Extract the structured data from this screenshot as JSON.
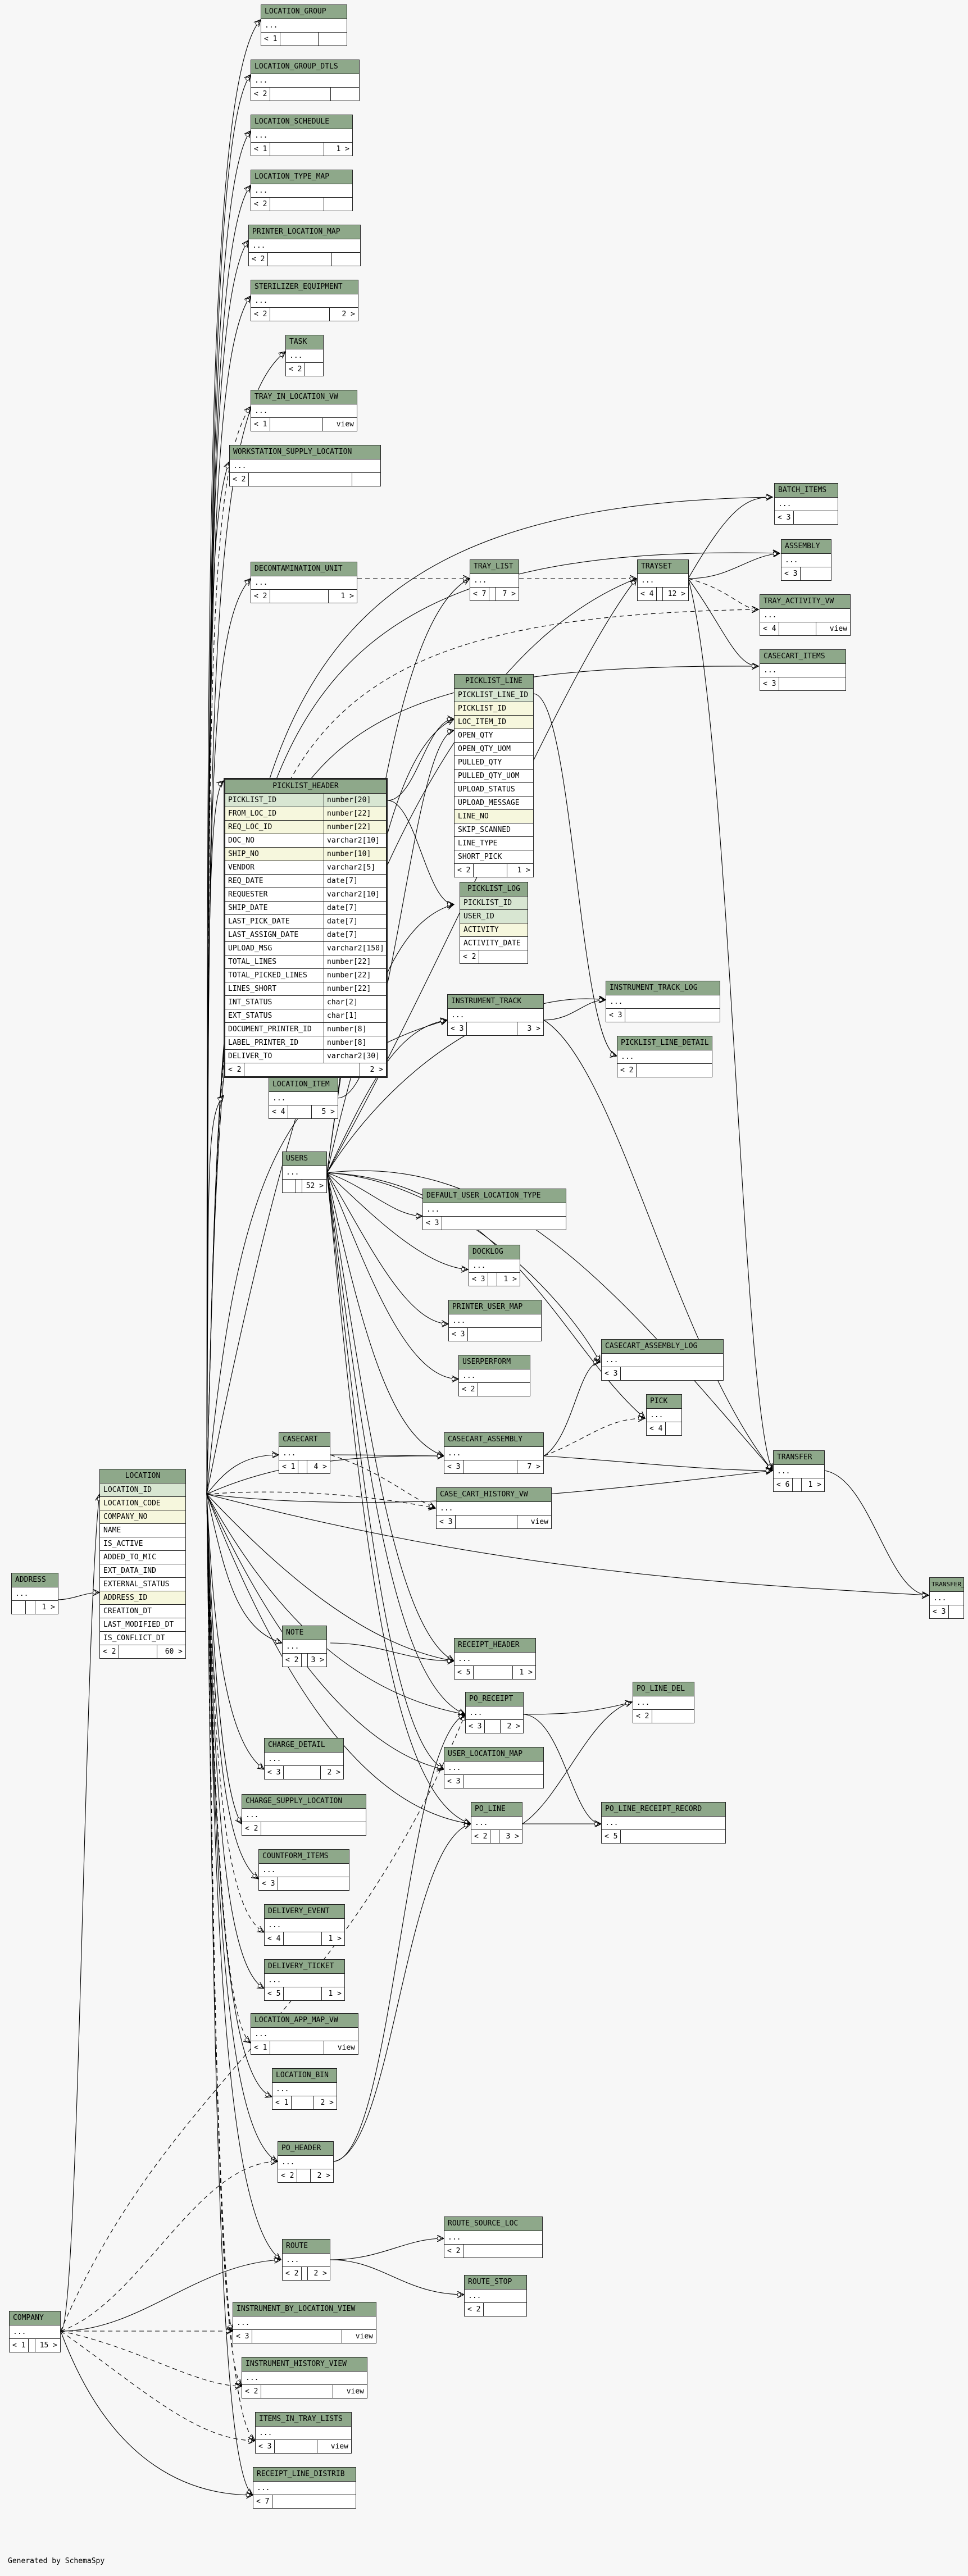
{
  "footer_text": "Generated by SchemaSpy",
  "ellipsis": "...",
  "tables": {
    "location_group": {
      "name": "LOCATION_GROUP",
      "children": "< 1",
      "parents": ""
    },
    "location_group_dtls": {
      "name": "LOCATION_GROUP_DTLS",
      "children": "< 2",
      "parents": ""
    },
    "location_schedule": {
      "name": "LOCATION_SCHEDULE",
      "children": "< 1",
      "parents": "1 >"
    },
    "location_type_map": {
      "name": "LOCATION_TYPE_MAP",
      "children": "< 2",
      "parents": ""
    },
    "printer_location_map": {
      "name": "PRINTER_LOCATION_MAP",
      "children": "< 2",
      "parents": ""
    },
    "sterilizer_equipment": {
      "name": "STERILIZER_EQUIPMENT",
      "children": "< 2",
      "parents": "2 >"
    },
    "task": {
      "name": "TASK",
      "children": "< 2",
      "parents": ""
    },
    "tray_in_location_vw": {
      "name": "TRAY_IN_LOCATION_VW",
      "children": "< 1",
      "parents": "view"
    },
    "workstation_supply_location": {
      "name": "WORKSTATION_SUPPLY_LOCATION",
      "children": "< 2",
      "parents": ""
    },
    "batch_items": {
      "name": "BATCH_ITEMS",
      "children": "< 3",
      "parents": ""
    },
    "assembly": {
      "name": "ASSEMBLY",
      "children": "< 3",
      "parents": ""
    },
    "tray_activity_vw": {
      "name": "TRAY_ACTIVITY_VW",
      "children": "< 4",
      "parents": "view"
    },
    "casecart_items": {
      "name": "CASECART_ITEMS",
      "children": "< 3",
      "parents": ""
    },
    "decontamination_unit": {
      "name": "DECONTAMINATION_UNIT",
      "children": "< 2",
      "parents": "1 >"
    },
    "tray_list": {
      "name": "TRAY_LIST",
      "children": "< 7",
      "parents": "7 >"
    },
    "trayset": {
      "name": "TRAYSET",
      "children": "< 4",
      "parents": "12 >"
    },
    "instrument_track_log": {
      "name": "INSTRUMENT_TRACK_LOG",
      "children": "< 3",
      "parents": ""
    },
    "instrument_track": {
      "name": "INSTRUMENT_TRACK",
      "children": "< 3",
      "parents": "3 >"
    },
    "picklist_line_detail": {
      "name": "PICKLIST_LINE_DETAIL",
      "children": "< 2",
      "parents": ""
    },
    "location_item": {
      "name": "LOCATION_ITEM",
      "children": "< 4",
      "parents": "5 >"
    },
    "users": {
      "name": "USERS",
      "children": "",
      "parents": "52 >"
    },
    "default_user_location_type": {
      "name": "DEFAULT_USER_LOCATION_TYPE",
      "children": "< 3",
      "parents": ""
    },
    "docklog": {
      "name": "DOCKLOG",
      "children": "< 3",
      "parents": "1 >"
    },
    "printer_user_map": {
      "name": "PRINTER_USER_MAP",
      "children": "< 3",
      "parents": ""
    },
    "userperform": {
      "name": "USERPERFORM",
      "children": "< 2",
      "parents": ""
    },
    "casecart_assembly_log": {
      "name": "CASECART_ASSEMBLY_LOG",
      "children": "< 3",
      "parents": ""
    },
    "pick": {
      "name": "PICK",
      "children": "< 4",
      "parents": ""
    },
    "casecart": {
      "name": "CASECART",
      "children": "< 1",
      "parents": "4 >"
    },
    "casecart_assembly": {
      "name": "CASECART_ASSEMBLY",
      "children": "< 3",
      "parents": "7 >"
    },
    "transfer": {
      "name": "TRANSFER",
      "children": "< 6",
      "parents": "1 >"
    },
    "case_cart_history_vw": {
      "name": "CASE_CART_HISTORY_VW",
      "children": "< 3",
      "parents": "view"
    },
    "transfer_log": {
      "name": "TRANSFER_LOG",
      "children": "< 3",
      "parents": ""
    },
    "address": {
      "name": "ADDRESS",
      "children": "",
      "parents": "1 >"
    },
    "note": {
      "name": "NOTE",
      "children": "< 2",
      "parents": "3 >"
    },
    "receipt_header": {
      "name": "RECEIPT_HEADER",
      "children": "< 5",
      "parents": "1 >"
    },
    "po_receipt": {
      "name": "PO_RECEIPT",
      "children": "< 3",
      "parents": "2 >"
    },
    "po_line_del": {
      "name": "PO_LINE_DEL",
      "children": "< 2",
      "parents": ""
    },
    "charge_detail": {
      "name": "CHARGE_DETAIL",
      "children": "< 3",
      "parents": "2 >"
    },
    "user_location_map": {
      "name": "USER_LOCATION_MAP",
      "children": "< 3",
      "parents": ""
    },
    "charge_supply_location": {
      "name": "CHARGE_SUPPLY_LOCATION",
      "children": "< 2",
      "parents": ""
    },
    "po_line": {
      "name": "PO_LINE",
      "children": "< 2",
      "parents": "3 >"
    },
    "po_line_receipt_record": {
      "name": "PO_LINE_RECEIPT_RECORD",
      "children": "< 5",
      "parents": ""
    },
    "countform_items": {
      "name": "COUNTFORM_ITEMS",
      "children": "< 3",
      "parents": ""
    },
    "delivery_event": {
      "name": "DELIVERY_EVENT",
      "children": "< 4",
      "parents": "1 >"
    },
    "delivery_ticket": {
      "name": "DELIVERY_TICKET",
      "children": "< 5",
      "parents": "1 >"
    },
    "location_app_map_vw": {
      "name": "LOCATION_APP_MAP_VW",
      "children": "< 1",
      "parents": "view"
    },
    "location_bin": {
      "name": "LOCATION_BIN",
      "children": "< 1",
      "parents": "2 >"
    },
    "po_header": {
      "name": "PO_HEADER",
      "children": "< 2",
      "parents": "2 >"
    },
    "route": {
      "name": "ROUTE",
      "children": "< 2",
      "parents": "2 >"
    },
    "route_source_loc": {
      "name": "ROUTE_SOURCE_LOC",
      "children": "< 2",
      "parents": ""
    },
    "route_stop": {
      "name": "ROUTE_STOP",
      "children": "< 2",
      "parents": ""
    },
    "company": {
      "name": "COMPANY",
      "children": "< 1",
      "parents": "15 >"
    },
    "instrument_by_location_view": {
      "name": "INSTRUMENT_BY_LOCATION_VIEW",
      "children": "< 3",
      "parents": "view"
    },
    "instrument_history_view": {
      "name": "INSTRUMENT_HISTORY_VIEW",
      "children": "< 2",
      "parents": "view"
    },
    "items_in_tray_lists": {
      "name": "ITEMS_IN_TRAY_LISTS",
      "children": "< 3",
      "parents": "view"
    },
    "receipt_line_distrib": {
      "name": "RECEIPT_LINE_DISTRIB",
      "children": "< 7",
      "parents": ""
    },
    "picklist_line": {
      "name": "PICKLIST_LINE",
      "columns": [
        "PICKLIST_LINE_ID",
        "PICKLIST_ID",
        "LOC_ITEM_ID",
        "OPEN_QTY",
        "OPEN_QTY_UOM",
        "PULLED_QTY",
        "PULLED_QTY_UOM",
        "UPLOAD_STATUS",
        "UPLOAD_MESSAGE",
        "LINE_NO",
        "SKIP_SCANNED",
        "LINE_TYPE",
        "SHORT_PICK"
      ],
      "children": "< 2",
      "parents": "1 >"
    },
    "picklist_log": {
      "name": "PICKLIST_LOG",
      "columns": [
        "PICKLIST_ID",
        "USER_ID",
        "ACTIVITY",
        "ACTIVITY_DATE"
      ],
      "children": "< 2",
      "parents": ""
    },
    "picklist_header": {
      "name": "PICKLIST_HEADER",
      "columns": [
        {
          "name": "PICKLIST_ID",
          "type": "number[20]"
        },
        {
          "name": "FROM_LOC_ID",
          "type": "number[22]"
        },
        {
          "name": "REQ_LOC_ID",
          "type": "number[22]"
        },
        {
          "name": "DOC_NO",
          "type": "varchar2[10]"
        },
        {
          "name": "SHIP_NO",
          "type": "number[10]"
        },
        {
          "name": "VENDOR",
          "type": "varchar2[5]"
        },
        {
          "name": "REQ_DATE",
          "type": "date[7]"
        },
        {
          "name": "REQUESTER",
          "type": "varchar2[10]"
        },
        {
          "name": "SHIP_DATE",
          "type": "date[7]"
        },
        {
          "name": "LAST_PICK_DATE",
          "type": "date[7]"
        },
        {
          "name": "LAST_ASSIGN_DATE",
          "type": "date[7]"
        },
        {
          "name": "UPLOAD_MSG",
          "type": "varchar2[150]"
        },
        {
          "name": "TOTAL_LINES",
          "type": "number[22]"
        },
        {
          "name": "TOTAL_PICKED_LINES",
          "type": "number[22]"
        },
        {
          "name": "LINES_SHORT",
          "type": "number[22]"
        },
        {
          "name": "INT_STATUS",
          "type": "char[2]"
        },
        {
          "name": "EXT_STATUS",
          "type": "char[1]"
        },
        {
          "name": "DOCUMENT_PRINTER_ID",
          "type": "number[8]"
        },
        {
          "name": "LABEL_PRINTER_ID",
          "type": "number[8]"
        },
        {
          "name": "DELIVER_TO",
          "type": "varchar2[30]"
        }
      ],
      "children": "< 2",
      "parents": "2 >"
    },
    "location": {
      "name": "LOCATION",
      "columns": [
        "LOCATION_ID",
        "LOCATION_CODE",
        "COMPANY_NO",
        "NAME",
        "IS_ACTIVE",
        "ADDED_TO_MIC",
        "EXT_DATA_IND",
        "EXTERNAL_STATUS",
        "ADDRESS_ID",
        "CREATION_DT",
        "LAST_MODIFIED_DT",
        "IS_CONFLICT_DT"
      ],
      "children": "< 2",
      "parents": "60 >"
    }
  }
}
